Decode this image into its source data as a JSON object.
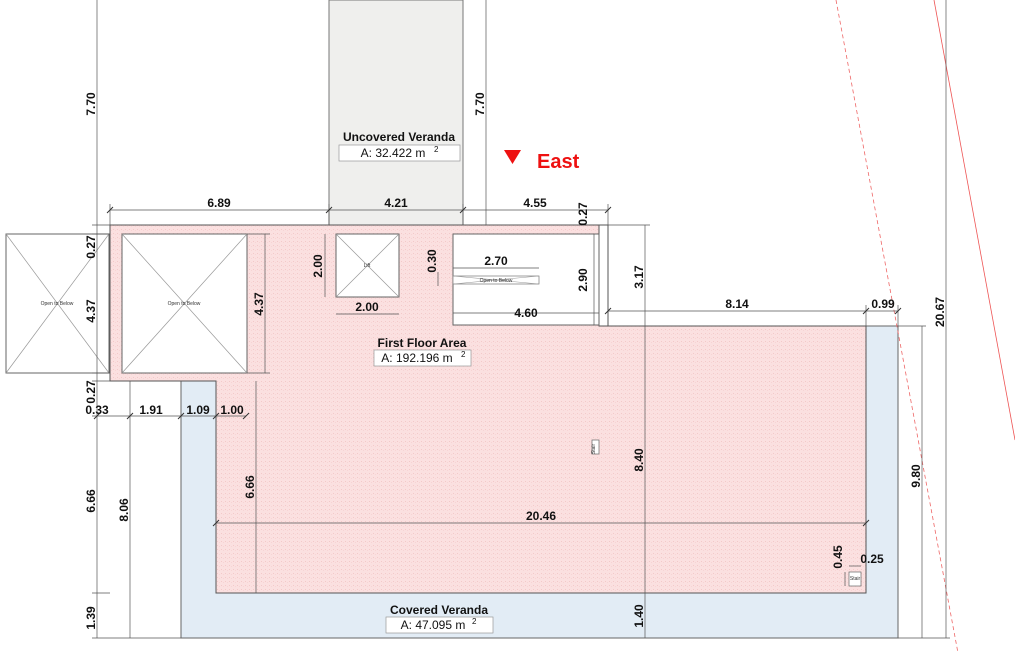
{
  "areas": {
    "uncovered_veranda": {
      "name": "Uncovered Veranda",
      "area_prefix": "A: 32.422 m",
      "area_unit_sup": "2"
    },
    "first_floor": {
      "name": "First Floor Area",
      "area_prefix": "A: 192.196 m",
      "area_unit_sup": "2"
    },
    "covered_veranda": {
      "name": "Covered Veranda",
      "area_prefix": "A: 47.095 m",
      "area_unit_sup": "2"
    }
  },
  "compass": {
    "label": "East",
    "color": "#ee1111"
  },
  "openings": {
    "open_left_outer": "Open to Below",
    "open_left_inner": "Open to Below",
    "lift": "Lift",
    "open_right": "Open to Below",
    "stair_mid": "Stair",
    "stair_right": "Stair"
  },
  "dimensions": {
    "top_6_89": "6.89",
    "top_4_21": "4.21",
    "top_4_55": "4.55",
    "v_7_70_left": "7.70",
    "v_7_70_mid": "7.70",
    "v_0_27_left": "0.27",
    "v_4_37_left": "4.37",
    "v_4_37_inner": "4.37",
    "v_0_27_lower": "0.27",
    "v_2_00": "2.00",
    "h_2_00": "2.00",
    "v_0_30": "0.30",
    "h_2_70": "2.70",
    "h_4_60": "4.60",
    "v_2_90": "2.90",
    "v_0_27_top": "0.27",
    "v_3_17": "3.17",
    "h_8_14": "8.14",
    "h_0_99": "0.99",
    "v_20_67": "20.67",
    "v_9_80": "9.80",
    "v_8_40": "8.40",
    "h_0_33": "0.33",
    "h_1_91": "1.91",
    "h_1_09": "1.09",
    "h_1_00": "1.00",
    "v_6_66_left": "6.66",
    "v_8_06": "8.06",
    "v_6_66_inner": "6.66",
    "h_20_46": "20.46",
    "v_0_45": "0.45",
    "h_0_25": "0.25",
    "v_1_39": "1.39",
    "v_1_40": "1.40"
  },
  "colors": {
    "first_floor_fill": "#fce3e3",
    "veranda_blue_fill": "#e2ecf5",
    "uncovered_fill": "#efefed",
    "line": "#555555"
  }
}
